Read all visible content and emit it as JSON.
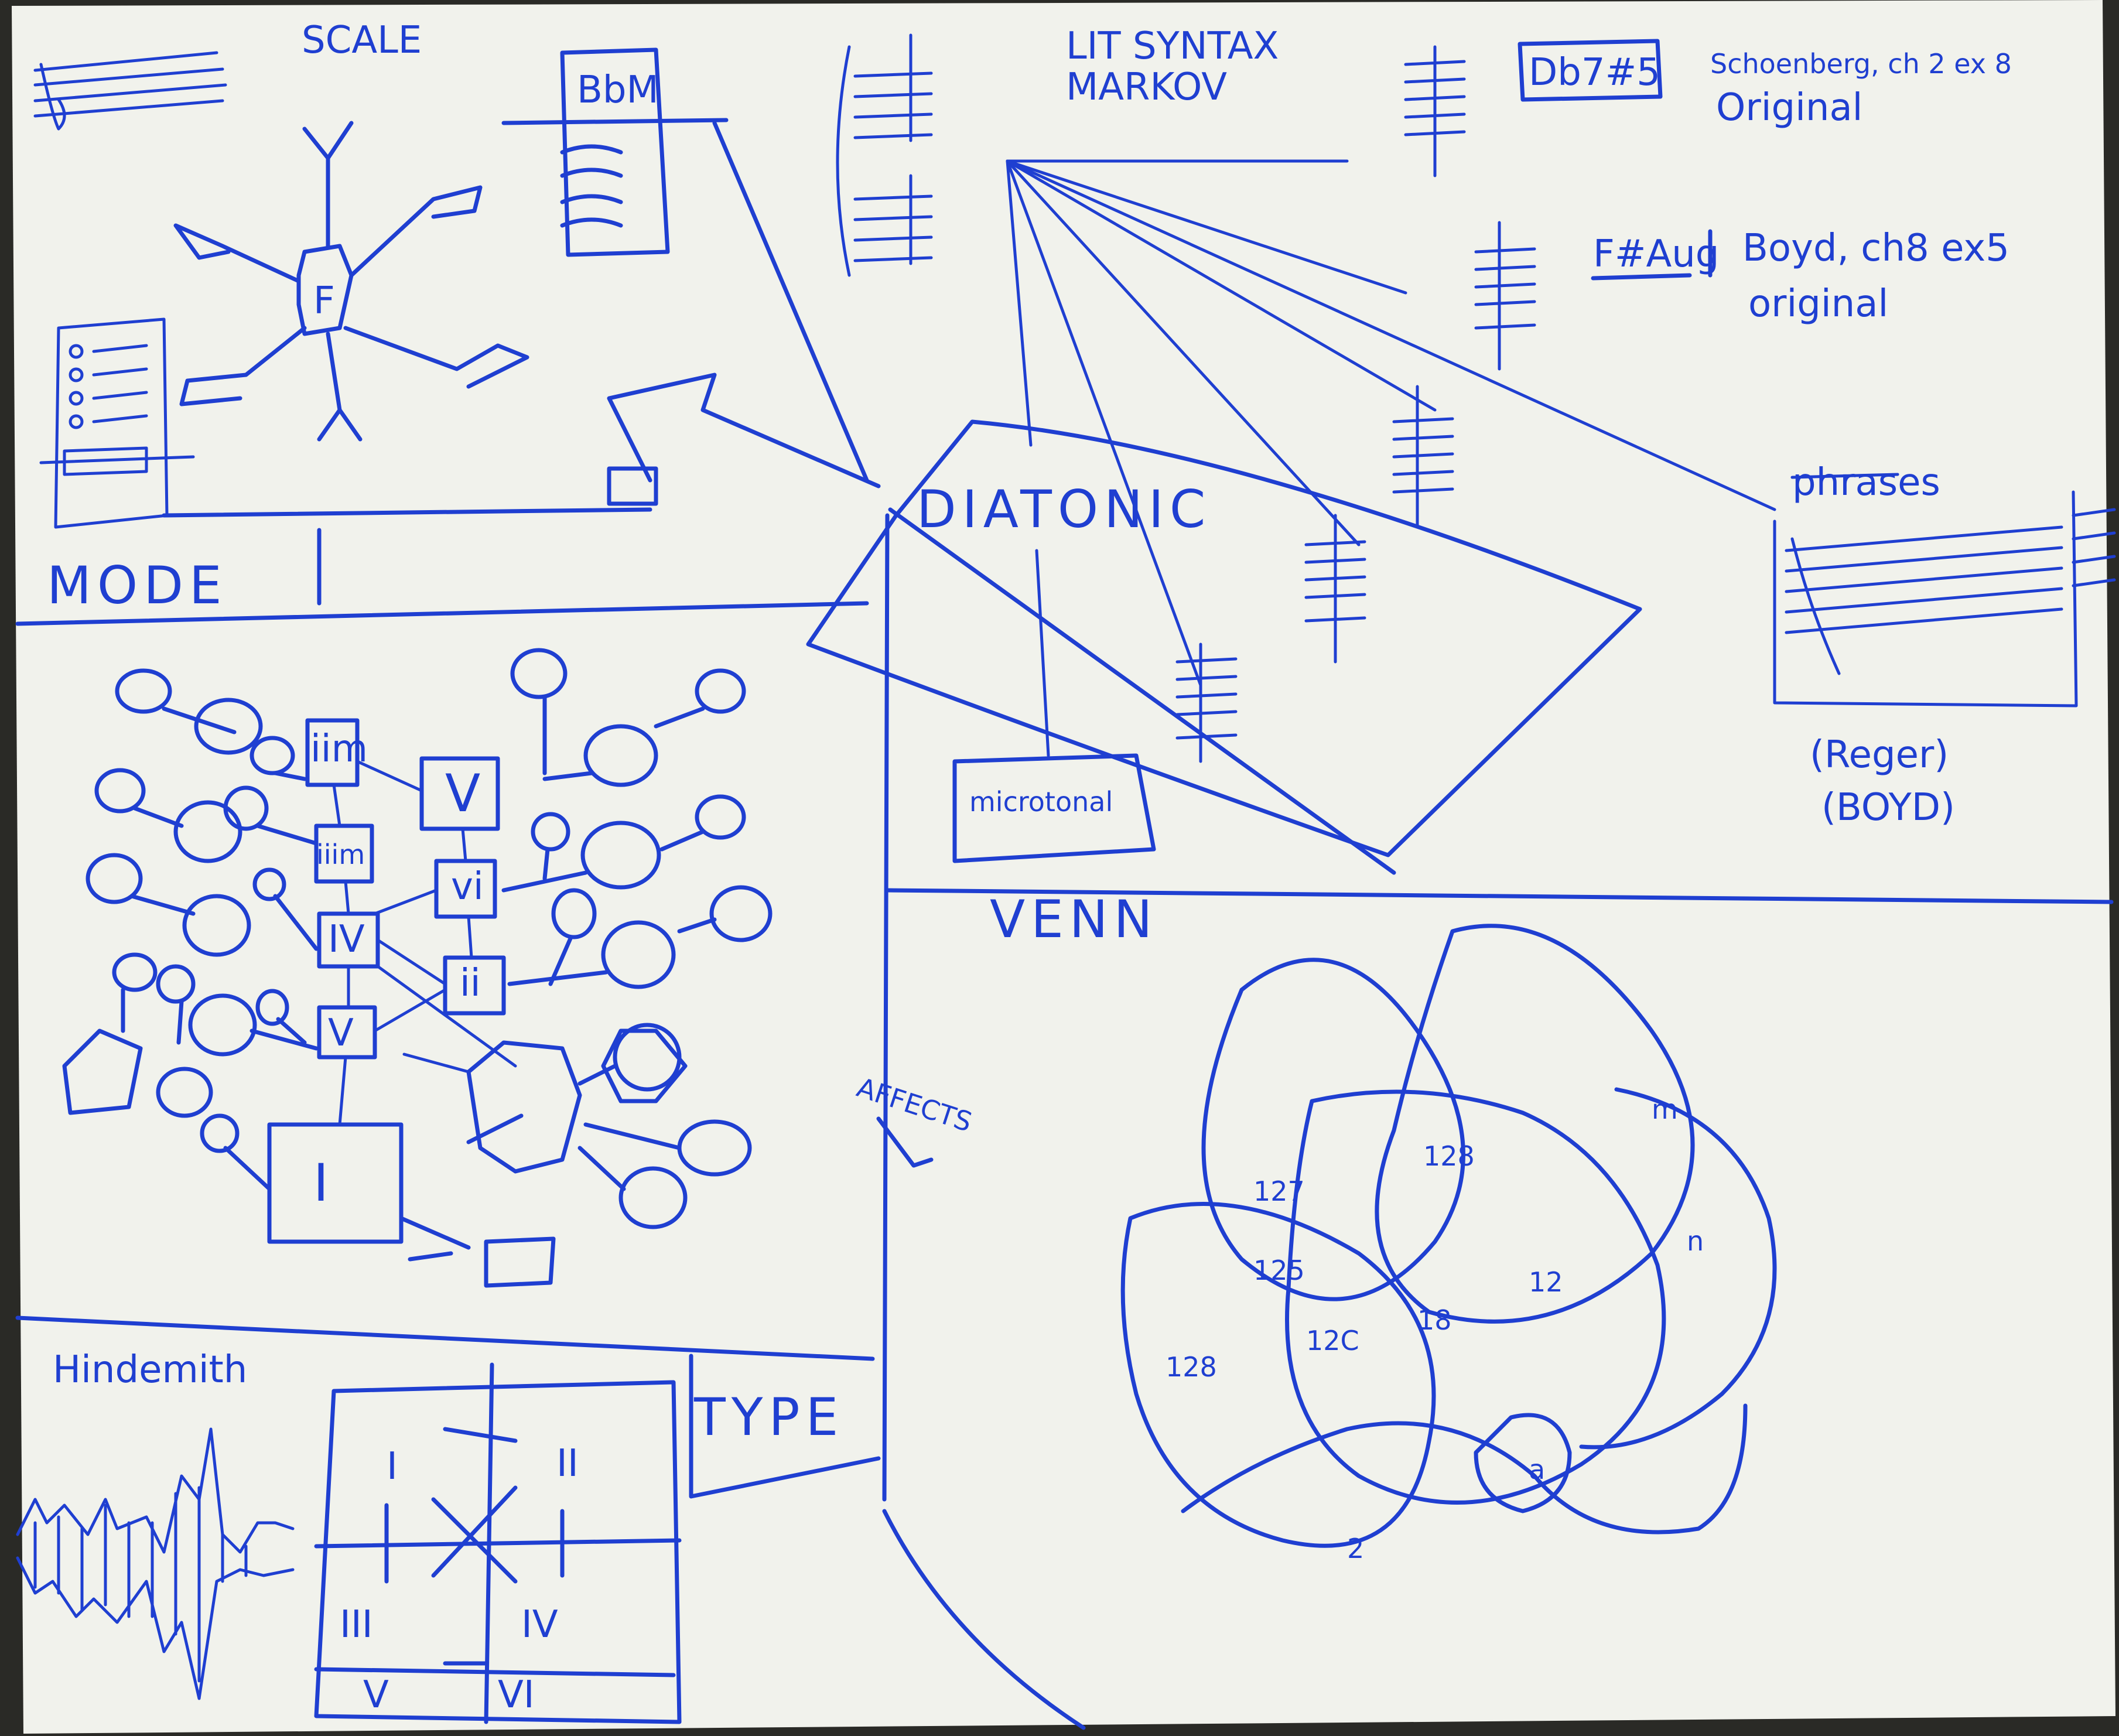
{
  "colors": {
    "paper": "#f1f2ec",
    "ink": "#1f3fd1",
    "background": "#2a2a26"
  },
  "sections": {
    "scale": {
      "heading": "SCALE",
      "box_label": "BbM"
    },
    "mode": {
      "heading": "MODE"
    },
    "lit": {
      "heading_line1": "LIT SYNTAX",
      "heading_line2": "MARKOV",
      "chord1": "Db7#5",
      "source1_line1": "Schoenberg, ch 2 ex 8",
      "source1_line2": "Original",
      "chord2": "F#Aug",
      "source2_line1": "Boyd, ch8 ex5",
      "source2_line2": "original",
      "phrases": "phrases",
      "credit1": "(Reger)",
      "credit2": "(BOYD)"
    },
    "diatonic": {
      "label": "DIATONIC",
      "sub": "microtonal"
    },
    "progression": {
      "nodes": [
        "iim",
        "V",
        "iiim",
        "vi",
        "IV",
        "ii",
        "V",
        "I"
      ]
    },
    "venn": {
      "heading": "VENN",
      "labels": [
        "127",
        "128",
        "125",
        "12C",
        "18",
        "128",
        "12",
        "n",
        "m",
        "a",
        "2"
      ]
    },
    "affects": {
      "label": "AFFECTS"
    },
    "hindemith": {
      "heading": "Hindemith",
      "type_box": "TYPE",
      "quadrants": [
        "I",
        "II",
        "III",
        "IV",
        "V",
        "VI"
      ]
    }
  }
}
